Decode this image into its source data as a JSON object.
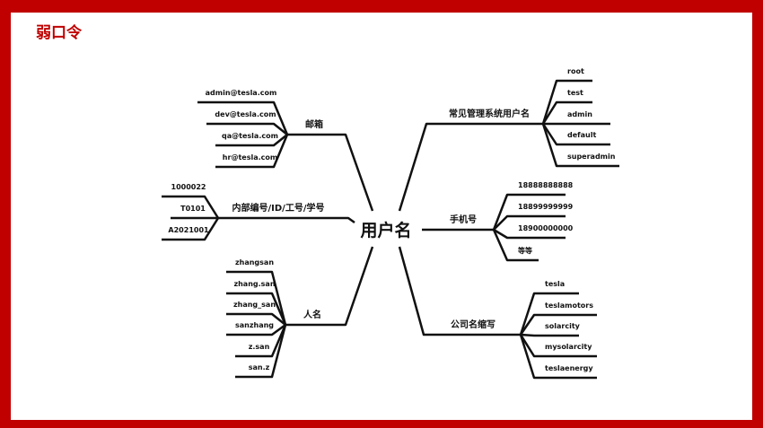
{
  "title": "弱口令",
  "center": "用户名",
  "center_color": "#3a4aa0",
  "accent": "#c00000",
  "branches": [
    {
      "id": "email",
      "label": "邮箱",
      "leaves": [
        "admin@tesla.com",
        "dev@tesla.com",
        "qa@tesla.com",
        "hr@tesla.com"
      ]
    },
    {
      "id": "internal",
      "label": "内部编号/ID/工号/学号",
      "leaves": [
        "1000022",
        "T0101",
        "A2021001"
      ]
    },
    {
      "id": "names",
      "label": "人名",
      "leaves": [
        "zhangsan",
        "zhang.san",
        "zhang_san",
        "sanzhang",
        "z.san",
        "san.z"
      ]
    },
    {
      "id": "admin",
      "label": "常见管理系统用户名",
      "leaves": [
        "root",
        "test",
        "admin",
        "default",
        "superadmin"
      ]
    },
    {
      "id": "phone",
      "label": "手机号",
      "leaves": [
        "18888888888",
        "18899999999",
        "18900000000",
        "等等"
      ]
    },
    {
      "id": "company",
      "label": "公司名缩写",
      "leaves": [
        "tesla",
        "teslamotors",
        "solarcity",
        "mysolarcity",
        "teslaenergy"
      ]
    }
  ]
}
